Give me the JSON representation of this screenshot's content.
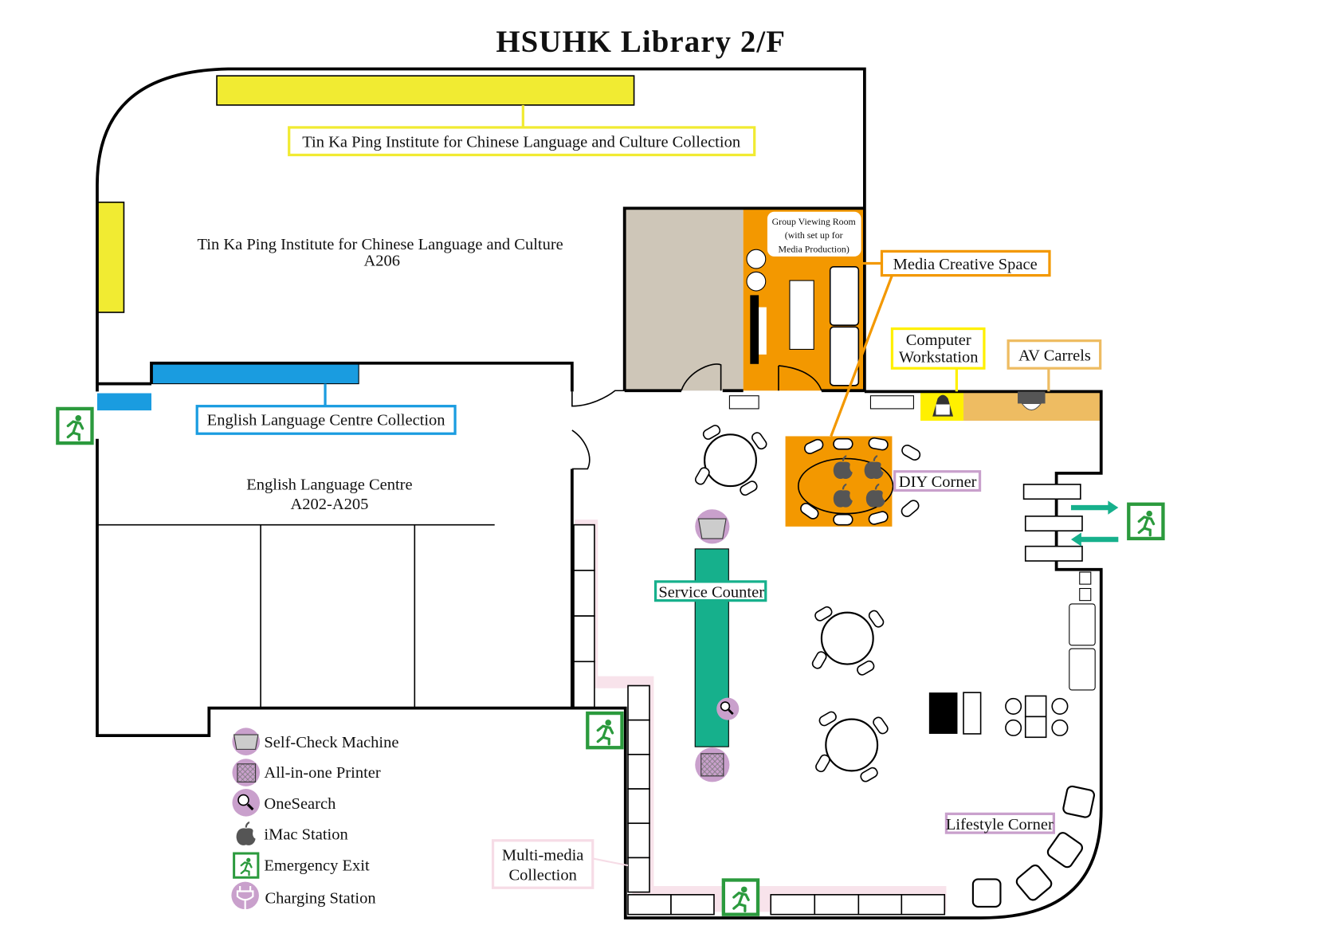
{
  "title": "HSUHK Library 2/F",
  "rooms": {
    "tkp_name": "Tin Ka Ping Institute for Chinese Language and Culture",
    "tkp_code": "A206",
    "elc_name": "English Language Centre",
    "elc_code": "A202-A205",
    "group_viewing_1": "Group Viewing Room",
    "group_viewing_2": "(with set up for",
    "group_viewing_3": "Media Production)"
  },
  "labels": {
    "tkp_collection": "Tin Ka Ping Institute for Chinese Language and Culture Collection",
    "elc_collection": "English Language Centre Collection",
    "media_creative_space": "Media Creative Space",
    "computer_workstation_1": "Computer",
    "computer_workstation_2": "Workstation",
    "av_carrels": "AV Carrels",
    "diy_corner": "DIY Corner",
    "service_counter": "Service Counter",
    "lifestyle_corner": "Lifestyle Corner",
    "multimedia_1": "Multi-media",
    "multimedia_2": "Collection"
  },
  "legend": [
    {
      "icon": "self-check-machine-icon",
      "label": "Self-Check Machine"
    },
    {
      "icon": "printer-icon",
      "label": "All-in-one Printer"
    },
    {
      "icon": "onesearch-icon",
      "label": "OneSearch"
    },
    {
      "icon": "imac-icon",
      "label": "iMac Station"
    },
    {
      "icon": "emergency-exit-icon",
      "label": "Emergency Exit"
    },
    {
      "icon": "charging-station-icon",
      "label": "Charging Station"
    }
  ],
  "colors": {
    "tkp_yellow": "#f1eb32",
    "elc_blue": "#1a9ce0",
    "media_orange": "#f39800",
    "computer_yellow": "#fff000",
    "av_tan": "#eebc62",
    "service_green": "#16b08c",
    "legend_purple": "#c9a0cc",
    "exit_green": "#2b9a3d",
    "multimedia_pink": "#f6dce6",
    "grey_room": "#cec6b8"
  }
}
